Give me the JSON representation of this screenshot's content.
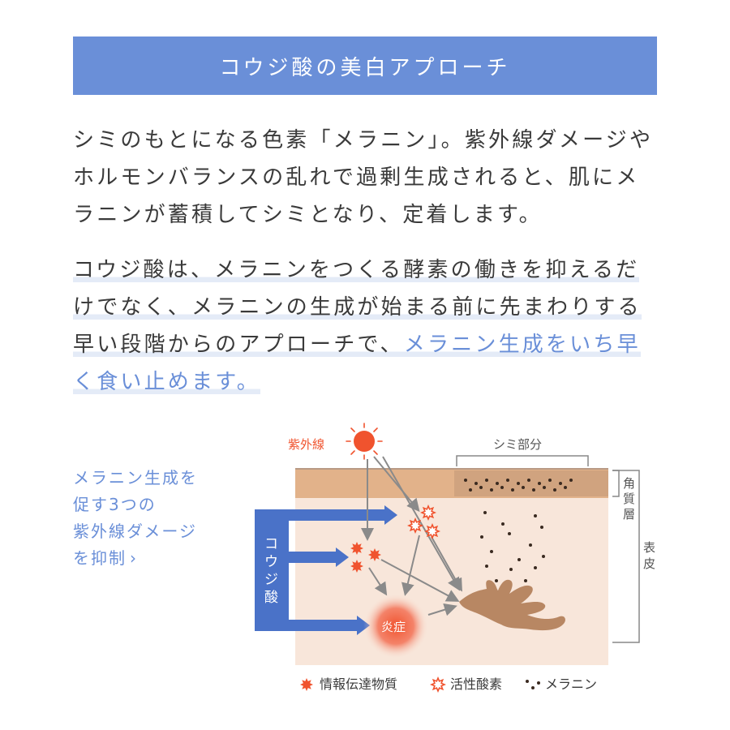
{
  "banner": {
    "title": "コウジ酸の美白アプローチ"
  },
  "intro": {
    "lines": [
      "シミのもとになる色素「メラニン」。紫外線ダメージや",
      "ホルモンバランスの乱れで過剰生成されると、肌にメ",
      "ラニンが蓄積してシミとなり、定着します。"
    ]
  },
  "kojic": {
    "line1": "コウジ酸は、メラニンをつくる酵素の働きを抑えるだ",
    "line2": "けでなく、メラニンの生成が始まる前に先まわりする",
    "line3_plain": "早い段階からのアプローチで、",
    "line3_accent": "メラニン生成をいち早",
    "line4_accent": "く食い止めます。"
  },
  "side_note": {
    "lines": [
      "メラニン生成を",
      "促す3つの",
      "紫外線ダメージ",
      "を抑制"
    ],
    "chevron": "›"
  },
  "diagram": {
    "uv_label": "紫外線",
    "stain_label": "シミ部分",
    "stratum_label": [
      "角",
      "質",
      "層"
    ],
    "epidermis_label": [
      "表",
      "皮"
    ],
    "kojic_label": [
      "コ",
      "ウ",
      "ジ",
      "酸"
    ],
    "inflammation_label": "炎症",
    "colors": {
      "accent": "#6a8fd8",
      "uv": "#f0532e",
      "skin_top": "#e2b28a",
      "skin": "#f8e6da",
      "melanocyte": "#b88763",
      "arrow": "#8a8a8a"
    }
  },
  "legend": {
    "item1": "情報伝達物質",
    "item2": "活性酸素",
    "item3": "メラニン"
  }
}
